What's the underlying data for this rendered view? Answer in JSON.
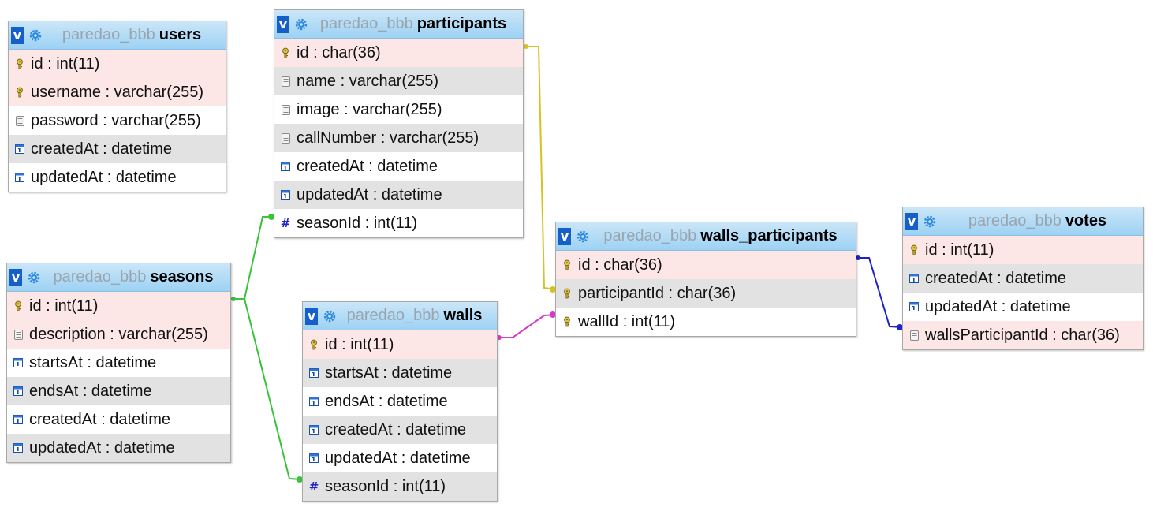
{
  "schema": "paredao_bbb",
  "colors": {
    "rel_participant": "#d4c423",
    "rel_season": "#3ac23a",
    "rel_wall": "#d63cc9",
    "rel_votes": "#2020c8"
  },
  "tables": {
    "users": {
      "db": "paredao_bbb",
      "name": "users",
      "columns": [
        {
          "text": "id : int(11)",
          "icon": "key-icon"
        },
        {
          "text": "username : varchar(255)",
          "icon": "key-icon"
        },
        {
          "text": "password : varchar(255)",
          "icon": "text-field-icon"
        },
        {
          "text": "createdAt : datetime",
          "icon": "datetime-icon"
        },
        {
          "text": "updatedAt : datetime",
          "icon": "datetime-icon"
        }
      ]
    },
    "participants": {
      "db": "paredao_bbb",
      "name": "participants",
      "columns": [
        {
          "text": "id : char(36)",
          "icon": "key-icon"
        },
        {
          "text": "name : varchar(255)",
          "icon": "text-field-icon"
        },
        {
          "text": "image : varchar(255)",
          "icon": "text-field-icon"
        },
        {
          "text": "callNumber : varchar(255)",
          "icon": "text-field-icon"
        },
        {
          "text": "createdAt : datetime",
          "icon": "datetime-icon"
        },
        {
          "text": "updatedAt : datetime",
          "icon": "datetime-icon"
        },
        {
          "text": "seasonId : int(11)",
          "icon": "hash-icon"
        }
      ]
    },
    "seasons": {
      "db": "paredao_bbb",
      "name": "seasons",
      "columns": [
        {
          "text": "id : int(11)",
          "icon": "key-icon"
        },
        {
          "text": "description : varchar(255)",
          "icon": "text-field-icon"
        },
        {
          "text": "startsAt : datetime",
          "icon": "datetime-icon"
        },
        {
          "text": "endsAt : datetime",
          "icon": "datetime-icon"
        },
        {
          "text": "createdAt : datetime",
          "icon": "datetime-icon"
        },
        {
          "text": "updatedAt : datetime",
          "icon": "datetime-icon"
        }
      ]
    },
    "walls": {
      "db": "paredao_bbb",
      "name": "walls",
      "columns": [
        {
          "text": "id : int(11)",
          "icon": "key-icon"
        },
        {
          "text": "startsAt : datetime",
          "icon": "datetime-icon"
        },
        {
          "text": "endsAt : datetime",
          "icon": "datetime-icon"
        },
        {
          "text": "createdAt : datetime",
          "icon": "datetime-icon"
        },
        {
          "text": "updatedAt : datetime",
          "icon": "datetime-icon"
        },
        {
          "text": "seasonId : int(11)",
          "icon": "hash-icon"
        }
      ]
    },
    "walls_participants": {
      "db": "paredao_bbb",
      "name": "walls_participants",
      "columns": [
        {
          "text": "id : char(36)",
          "icon": "key-icon"
        },
        {
          "text": "participantId : char(36)",
          "icon": "key-icon"
        },
        {
          "text": "wallId : int(11)",
          "icon": "key-icon"
        }
      ]
    },
    "votes": {
      "db": "paredao_bbb",
      "name": "votes",
      "columns": [
        {
          "text": "id : int(11)",
          "icon": "key-icon"
        },
        {
          "text": "createdAt : datetime",
          "icon": "datetime-icon"
        },
        {
          "text": "updatedAt : datetime",
          "icon": "datetime-icon"
        },
        {
          "text": "wallsParticipantId : char(36)",
          "icon": "text-field-icon"
        }
      ]
    }
  }
}
